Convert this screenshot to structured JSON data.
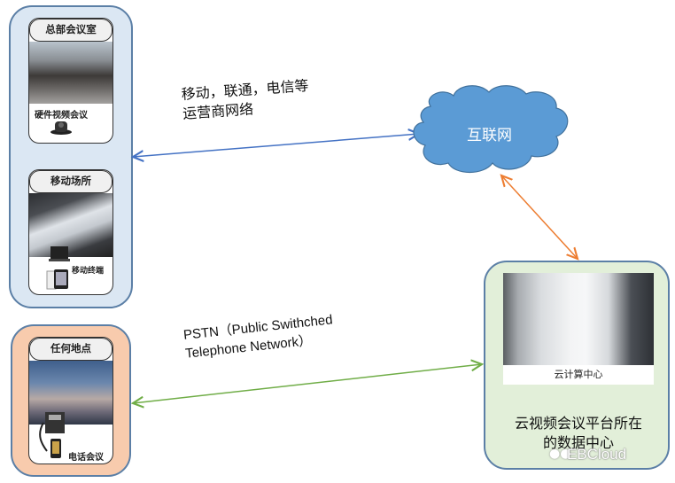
{
  "diagram": {
    "title": "云视频会议 network topology",
    "nodes": {
      "hq": {
        "title": "总部会议室",
        "caption": "硬件视频会议",
        "icon": "camera-icon"
      },
      "mobile": {
        "title": "移动场所",
        "caption": "移动终端",
        "icon": "laptop-tablet-icon"
      },
      "anywhere": {
        "title": "任何地点",
        "caption": "电话会议",
        "icon": "phone-icon"
      },
      "internet": {
        "label": "互联网",
        "icon": "cloud-icon"
      },
      "datacenter": {
        "photo_caption": "云计算中心",
        "label_line1": "云视频会议平台所在",
        "label_line2": "的数据中心"
      }
    },
    "edges": {
      "carriers": {
        "line1": "移动，联通，电信等",
        "line2": "运营商网络",
        "color": "#4472c4"
      },
      "pstn": {
        "line1": "PSTN（Public Swithched",
        "line2": "Telephone Network）",
        "color": "#70ad47"
      },
      "cloud_dc": {
        "color": "#ed7d31"
      }
    },
    "watermark": "EBCloud"
  },
  "colors": {
    "blue_group": "#dbe7f3",
    "orange_group": "#f8cbad",
    "green_group": "#e2efd9",
    "cloud_fill": "#5b9bd5",
    "border": "#5b7fa6"
  }
}
